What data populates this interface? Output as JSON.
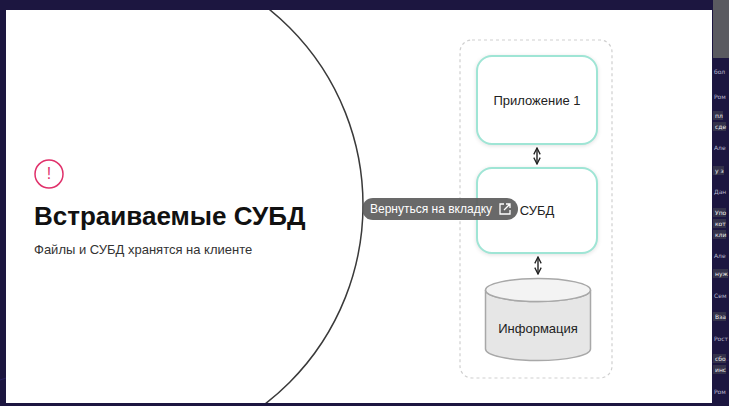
{
  "diagram": {
    "title": "Встраиваемые СУБД",
    "caption": "Файлы и СУБД хранятся на клиенте",
    "nodes": [
      {
        "text": [
          "Приложение 1"
        ]
      },
      {
        "text": [
          "СУБД"
        ]
      },
      {
        "text": [
          "Информация"
        ]
      }
    ],
    "edges": [
      {
        "from": 0,
        "to": 1,
        "arrow": "both"
      },
      {
        "from": 1,
        "to": 2,
        "arrow": "both"
      }
    ],
    "labels": [
      "!",
      "Вернуться на вкладку",
      "бол",
      "Ром",
      "пл",
      "сде",
      "Але",
      "у з",
      "Дан",
      "Упо",
      "кот",
      "кли",
      "Але",
      "нуж",
      "Сем",
      "Вза",
      "Рост",
      "сбо",
      "инс",
      "Ром"
    ]
  }
}
